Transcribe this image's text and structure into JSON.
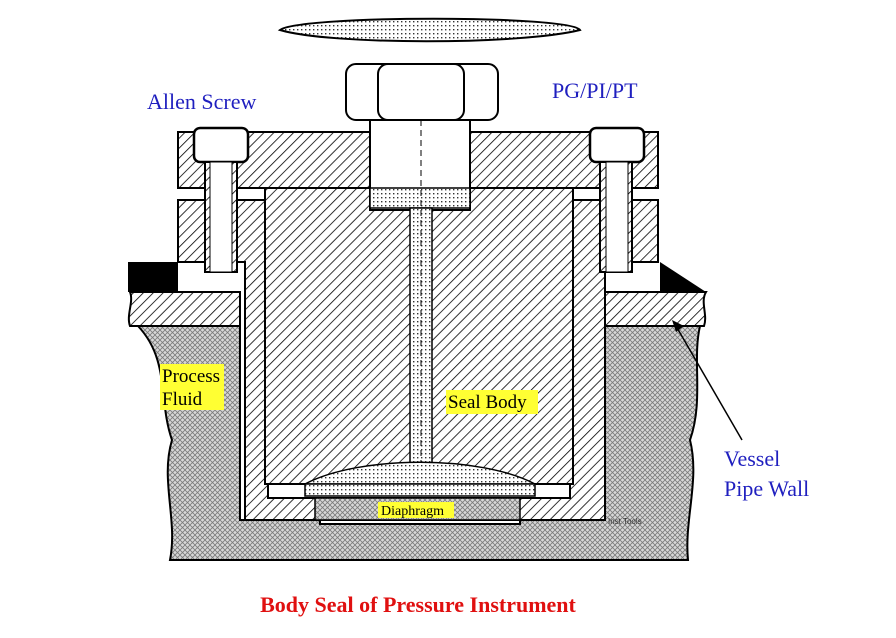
{
  "labels": {
    "allen_screw": "Allen Screw",
    "pg_pi_pt": "PG/PI/PT",
    "process_fluid_line1": "Process",
    "process_fluid_line2": "Fluid",
    "seal_body": "Seal Body",
    "vessel_line1": "Vessel",
    "vessel_line2": "Pipe Wall",
    "diaphragm": "Diaphragm",
    "watermark": "Inst Tools"
  },
  "caption": "Body Seal of Pressure Instrument",
  "colors": {
    "label_blue": "#1f1fbf",
    "caption_red": "#e01010",
    "highlight_yellow": "#ffff33",
    "outline": "#000000"
  }
}
